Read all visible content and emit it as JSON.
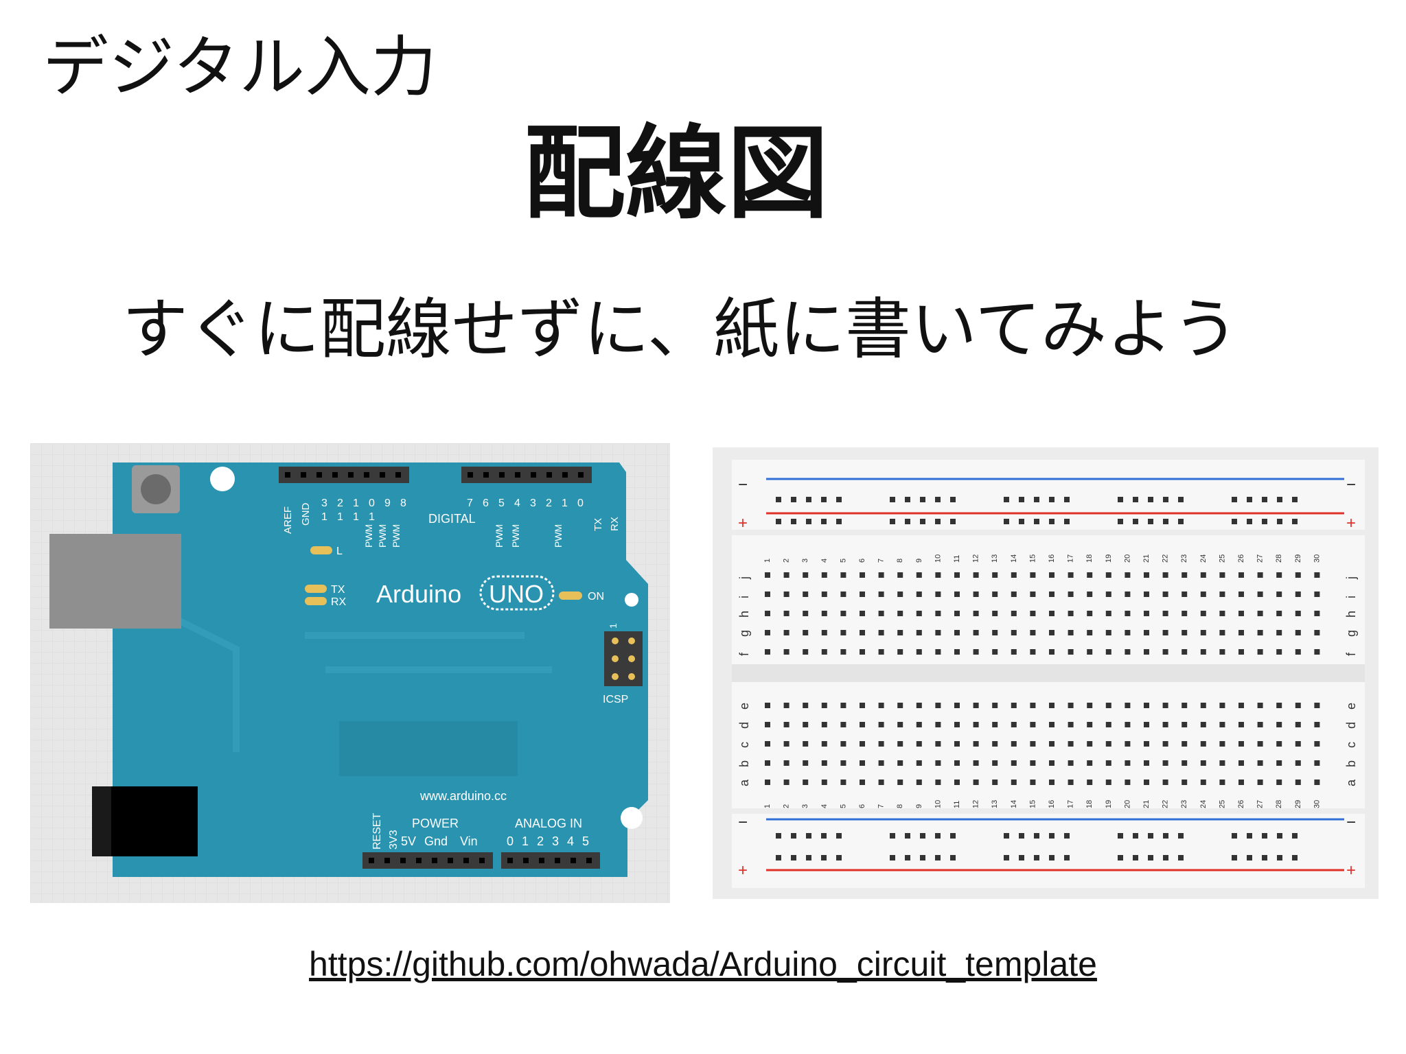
{
  "slide": {
    "corner_title": "デジタル入力",
    "title": "配線図",
    "subtitle": "すぐに配線せずに、紙に書いてみよう",
    "link": "https://github.com/ohwada/Arduino_circuit_template"
  },
  "arduino": {
    "brand": "Arduino",
    "model": "UNO",
    "url": "www.arduino.cc",
    "digital_label": "DIGITAL",
    "aref": "AREF",
    "gnd": "GND",
    "top_pins_a": [
      "3\n1",
      "2\n1",
      "1\n1",
      "0\n1",
      "9",
      "8"
    ],
    "top_pins_b": [
      "7",
      "6",
      "5",
      "4",
      "3",
      "2",
      "1",
      "0"
    ],
    "pwm": "PWM",
    "tx_pin": "TX",
    "rx_pin": "RX",
    "led_l": "L",
    "led_tx": "TX",
    "led_rx": "RX",
    "led_on": "ON",
    "icsp": "ICSP",
    "icsp_pin1": "1",
    "reset": "RESET",
    "v33": "3V3",
    "power": "POWER",
    "v5": "5V",
    "gnd2": "Gnd",
    "vin": "Vin",
    "analog": "ANALOG IN",
    "analog_pins": [
      "0",
      "1",
      "2",
      "3",
      "4",
      "5"
    ],
    "colors": {
      "board": "#2a93b0",
      "panel": "#e7e7e7"
    }
  },
  "breadboard": {
    "minus": "−",
    "plus": "+",
    "rows_top": [
      "j",
      "i",
      "h",
      "g",
      "f"
    ],
    "rows_bottom": [
      "e",
      "d",
      "c",
      "b",
      "a"
    ],
    "columns": [
      "1",
      "2",
      "3",
      "4",
      "5",
      "6",
      "7",
      "8",
      "9",
      "10",
      "11",
      "12",
      "13",
      "14",
      "15",
      "16",
      "17",
      "18",
      "19",
      "20",
      "21",
      "22",
      "23",
      "24",
      "25",
      "26",
      "27",
      "28",
      "29",
      "30"
    ],
    "colors": {
      "rail_blue": "#2f6fd6",
      "rail_red": "#e0302a",
      "hole": "#333333",
      "body": "#f7f7f7"
    }
  }
}
